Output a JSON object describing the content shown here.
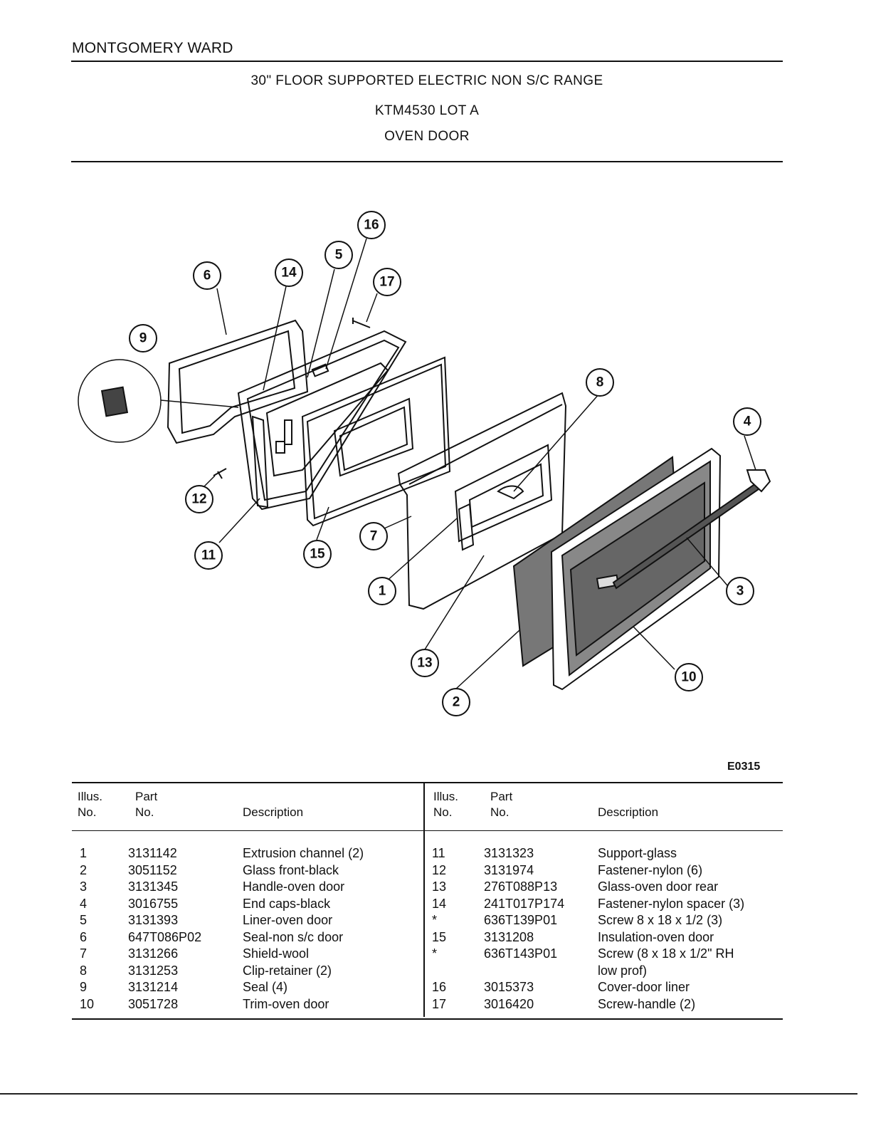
{
  "header": {
    "brand": "MONTGOMERY WARD",
    "title_line1": "30\" FLOOR SUPPORTED ELECTRIC NON S/C RANGE",
    "title_line2": "KTM4530 LOT A",
    "title_line3": "OVEN DOOR"
  },
  "diagram": {
    "code": "E0315",
    "callouts": [
      "1",
      "2",
      "3",
      "4",
      "5",
      "6",
      "7",
      "8",
      "9",
      "10",
      "11",
      "12",
      "13",
      "14",
      "15",
      "16",
      "17"
    ]
  },
  "table": {
    "headers": {
      "illus": [
        "Illus.",
        "No."
      ],
      "part": [
        "Part",
        "No."
      ],
      "description": "Description"
    },
    "left_rows": [
      {
        "illus": "1",
        "part": "3131142",
        "desc": "Extrusion channel (2)"
      },
      {
        "illus": "2",
        "part": "3051152",
        "desc": "Glass front-black"
      },
      {
        "illus": "3",
        "part": "3131345",
        "desc": "Handle-oven door"
      },
      {
        "illus": "4",
        "part": "3016755",
        "desc": "End caps-black"
      },
      {
        "illus": "5",
        "part": "3131393",
        "desc": "Liner-oven door"
      },
      {
        "illus": "6",
        "part": "647T086P02",
        "desc": "Seal-non s/c door"
      },
      {
        "illus": "7",
        "part": "3131266",
        "desc": "Shield-wool"
      },
      {
        "illus": "8",
        "part": "3131253",
        "desc": "Clip-retainer  (2)"
      },
      {
        "illus": "9",
        "part": "3131214",
        "desc": "Seal (4)"
      },
      {
        "illus": "10",
        "part": "3051728",
        "desc": "Trim-oven door"
      }
    ],
    "right_rows": [
      {
        "illus": "11",
        "part": "3131323",
        "desc": "Support-glass"
      },
      {
        "illus": "12",
        "part": "3131974",
        "desc": "Fastener-nylon (6)"
      },
      {
        "illus": "13",
        "part": "276T088P13",
        "desc": "Glass-oven door rear"
      },
      {
        "illus": "14",
        "part": "241T017P174",
        "desc": "Fastener-nylon spacer (3)"
      },
      {
        "illus": "*",
        "part": "636T139P01",
        "desc": "Screw 8 x 18 x 1/2 (3)"
      },
      {
        "illus": "15",
        "part": "3131208",
        "desc": "Insulation-oven door"
      },
      {
        "illus": "*",
        "part": "636T143P01",
        "desc": "Screw (8 x 18 x 1/2\" RH"
      },
      {
        "illus": "",
        "part": "",
        "desc": "low prof)"
      },
      {
        "illus": "16",
        "part": "3015373",
        "desc": "Cover-door liner"
      },
      {
        "illus": "17",
        "part": "3016420",
        "desc": "Screw-handle (2)"
      }
    ]
  }
}
